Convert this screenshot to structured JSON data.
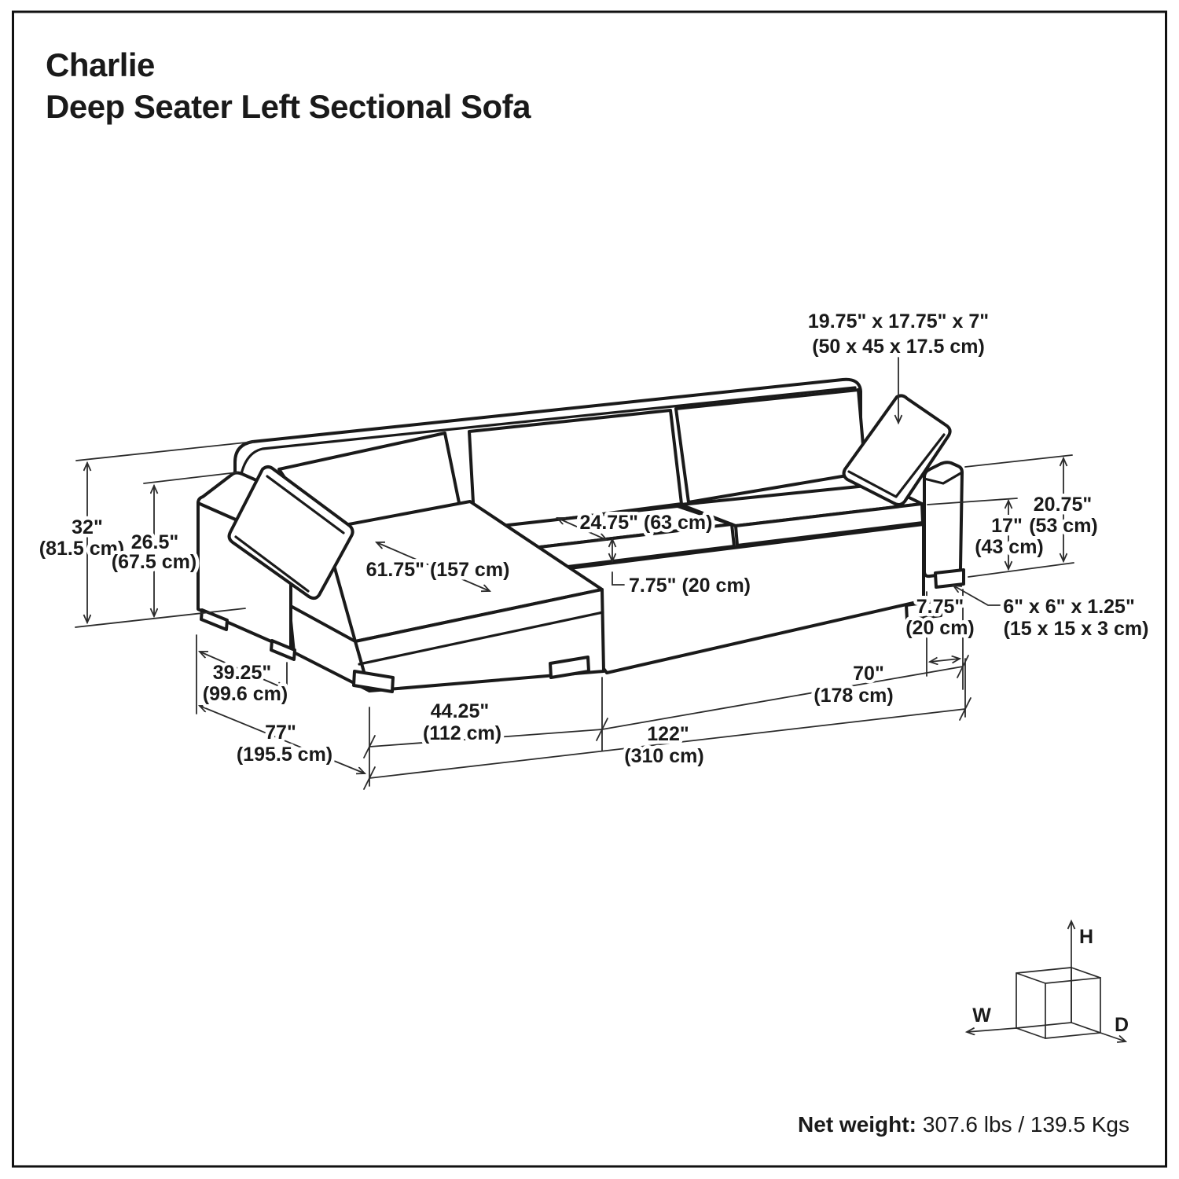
{
  "page": {
    "title_line1": "Charlie",
    "title_line2": "Deep Seater Left Sectional Sofa"
  },
  "dimensions": {
    "pillow_size_in": "19.75\" x 17.75\" x 7\"",
    "pillow_size_cm": "(50 x 45 x 17.5 cm)",
    "overall_height_in": "32\"",
    "overall_height_cm": "(81.5 cm)",
    "back_height_in": "26.5\"",
    "back_height_cm": "(67.5 cm)",
    "chaise_seat_length": "61.75\" (157 cm)",
    "seat_cushion_depth": "24.75\" (63 cm)",
    "seat_cushion_thickness": "7.75\" (20 cm)",
    "arm_height_in": "20.75\"",
    "arm_height_cm": "(53 cm)",
    "seat_height_in": "17\"",
    "seat_height_cm": "(43 cm)",
    "leg_inset_in": "7.75\"",
    "leg_inset_cm": "(20 cm)",
    "leg_size_in": "6\" x 6\" x 1.25\"",
    "leg_size_cm": "(15 x 15 x 3 cm)",
    "chaise_width_in": "39.25\"",
    "chaise_width_cm": "(99.6 cm)",
    "overall_depth_in": "77\"",
    "overall_depth_cm": "(195.5 cm)",
    "chaise_base_width_in": "44.25\"",
    "chaise_base_width_cm": "(112 cm)",
    "seat_section_width_in": "70\"",
    "seat_section_width_cm": "(178 cm)",
    "overall_width_in": "122\"",
    "overall_width_cm": "(310 cm)"
  },
  "axis_cube": {
    "h": "H",
    "w": "W",
    "d": "D"
  },
  "footer": {
    "net_weight_label": "Net weight:",
    "net_weight_value": "307.6 lbs / 139.5 Kgs"
  }
}
